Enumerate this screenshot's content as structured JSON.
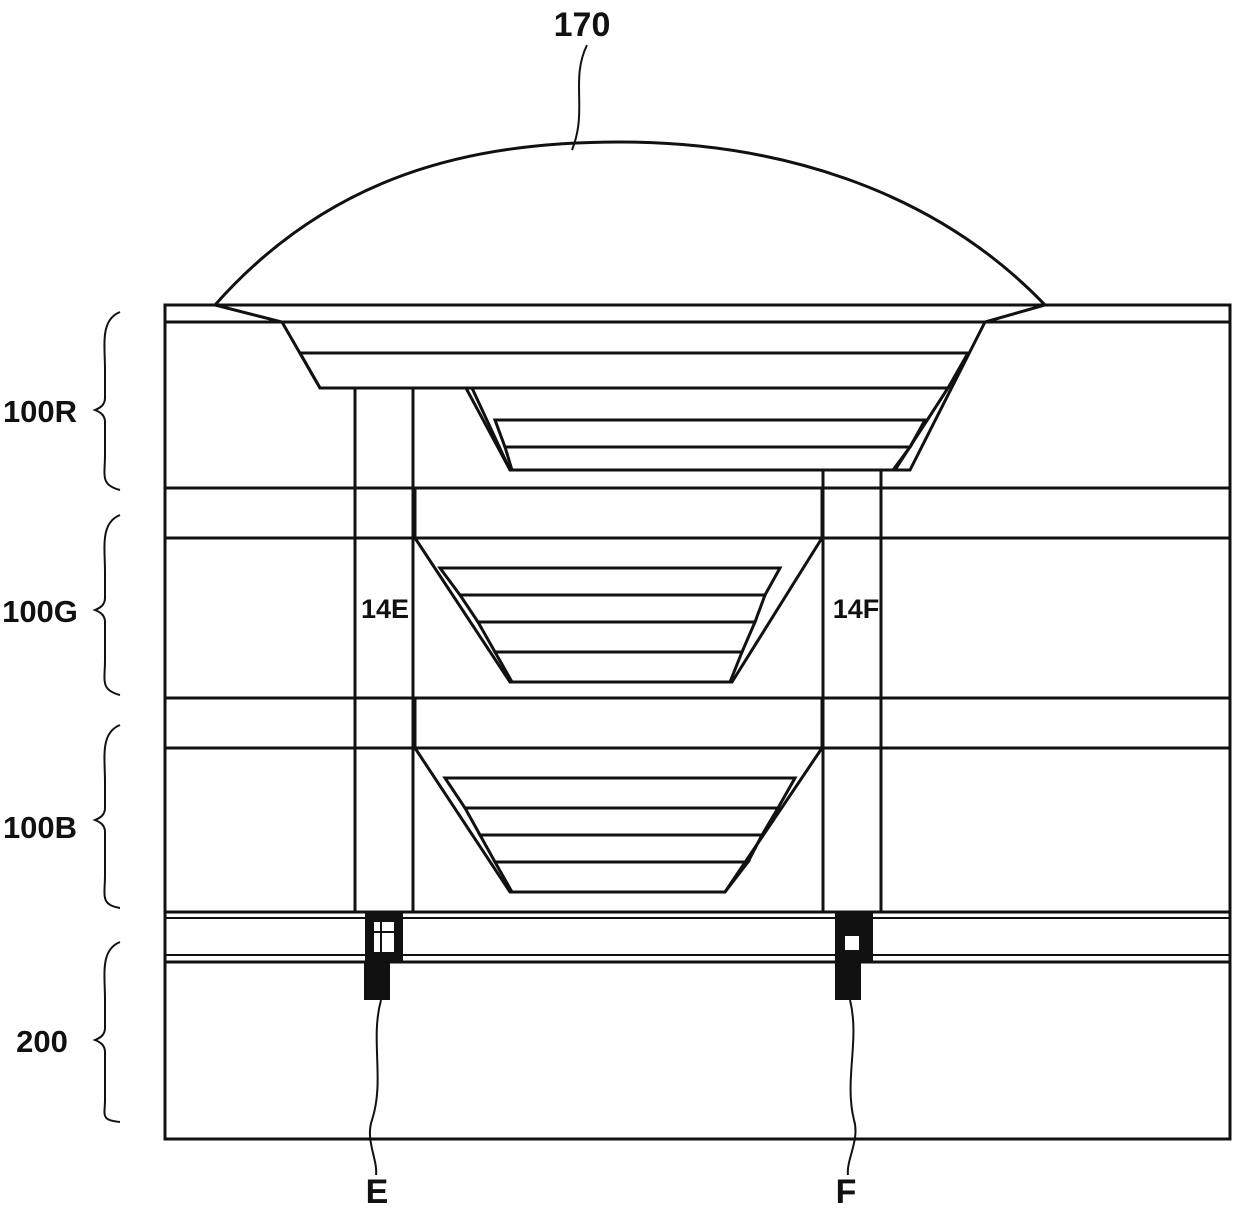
{
  "diagram": {
    "labels": {
      "lens": "170",
      "layer_red": "100R",
      "layer_green": "100G",
      "layer_blue": "100B",
      "substrate": "200",
      "via_left": "14E",
      "via_right": "14F",
      "terminal_left": "E",
      "terminal_right": "F"
    }
  }
}
